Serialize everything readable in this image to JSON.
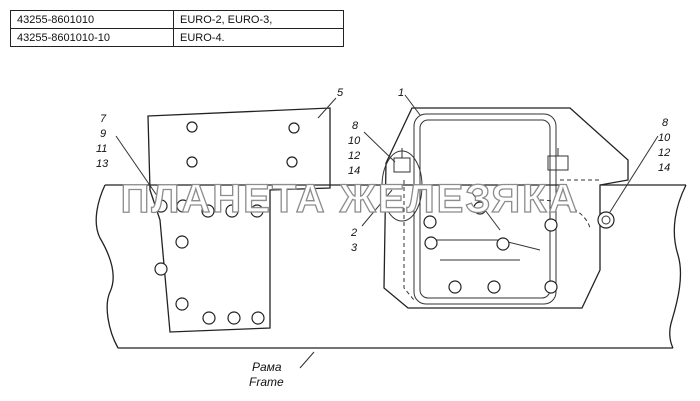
{
  "table": {
    "rows": [
      {
        "part_number": "43255-8601010",
        "standard": "EURO-2, EURO-3,"
      },
      {
        "part_number": "43255-8601010-10",
        "standard": "EURO-4."
      }
    ]
  },
  "callouts": {
    "left_group": [
      "7",
      "9",
      "11",
      "13"
    ],
    "bracket": "5",
    "right_top": "1",
    "mid_group": [
      "8",
      "10",
      "12",
      "14"
    ],
    "lower_group": [
      "2",
      "3"
    ],
    "right_group": [
      "8",
      "10",
      "12",
      "14"
    ]
  },
  "frame_label": {
    "ru": "Рама",
    "en": "Frame"
  },
  "watermark": "ПЛАНЕТА ЖЕЛЕЗЯКА"
}
